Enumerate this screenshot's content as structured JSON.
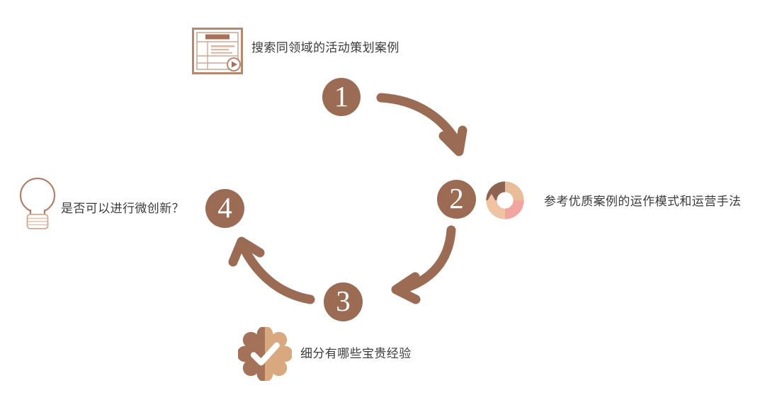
{
  "diagram": {
    "type": "cycle-flow",
    "title": "",
    "background_color": "#ffffff",
    "accent_color": "#9c6b54",
    "text_color": "#3b3b3b",
    "steps": [
      {
        "number": "1",
        "label": "搜索同领域的活动策划案例",
        "icon": "presentation-slide-icon",
        "icon_colors": [
          "#a8705a",
          "#c9a48e",
          "#ffffff"
        ]
      },
      {
        "number": "2",
        "label": "参考优质案例的运作模式和运营手法",
        "icon": "circular-arrows-cycle-icon",
        "icon_colors": [
          "#8c6350",
          "#e8be9a",
          "#f2a5a0",
          "#f0c4a3"
        ]
      },
      {
        "number": "3",
        "label": "细分有哪些宝贵经验",
        "icon": "verified-badge-check-icon",
        "icon_colors": [
          "#a47259",
          "#d9a87f",
          "#ffffff"
        ]
      },
      {
        "number": "4",
        "label": "是否可以进行微创新？",
        "icon": "lightbulb-outline-icon",
        "icon_colors": [
          "#b08068"
        ]
      }
    ],
    "arrows": [
      {
        "name": "arrow-step1-to-step2",
        "direction": "clockwise-top-right",
        "color": "#9c6b54"
      },
      {
        "name": "arrow-step2-to-step3",
        "direction": "clockwise-bottom-right",
        "color": "#9c6b54"
      },
      {
        "name": "arrow-step3-to-step4",
        "direction": "clockwise-bottom-left",
        "color": "#9c6b54"
      }
    ]
  },
  "chart_data": {
    "type": "diagram",
    "title": "",
    "categories": [
      "1",
      "2",
      "3",
      "4"
    ],
    "values": [
      "搜索同领域的活动策划案例",
      "参考优质案例的运作模式和运营手法",
      "细分有哪些宝贵经验",
      "是否可以进行微创新？"
    ],
    "xlabel": "",
    "ylabel": ""
  }
}
